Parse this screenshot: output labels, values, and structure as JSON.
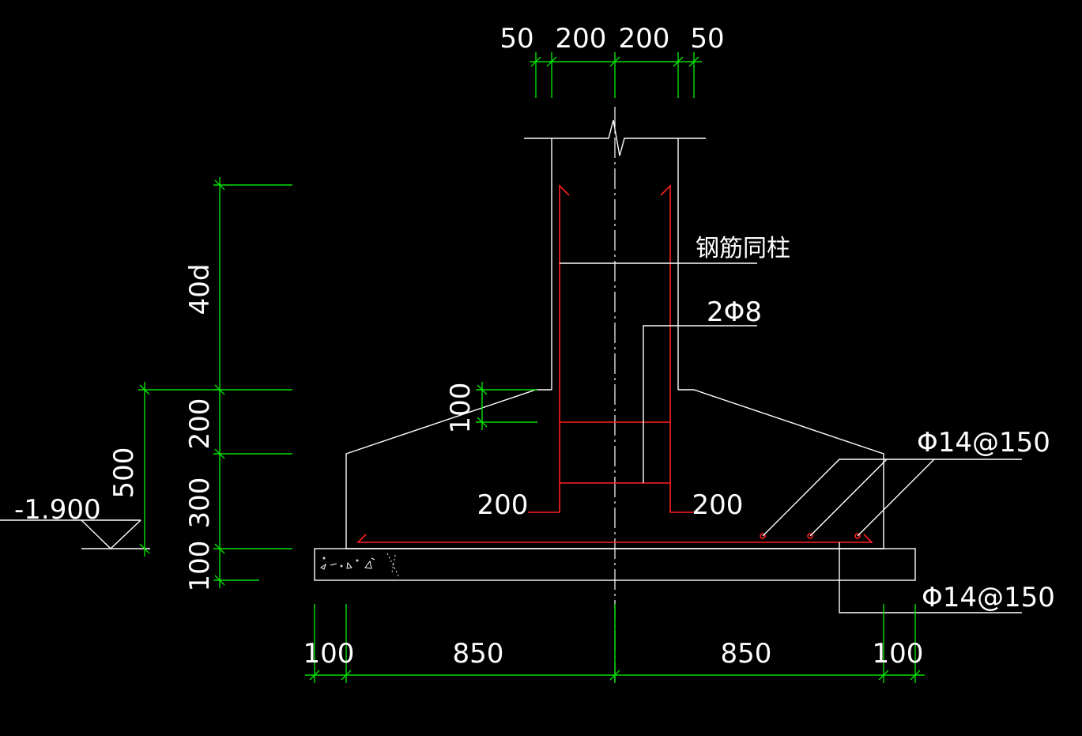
{
  "colors": {
    "background": "#000000",
    "outline": "#ffffff",
    "dimension": "#00e000",
    "rebar": "#ff2020"
  },
  "dims": {
    "top_50_left": "50",
    "top_200_left": "200",
    "top_200_right": "200",
    "top_50_right": "50",
    "v_40d": "40d",
    "v_200": "200",
    "v_300": "300",
    "v_100": "100",
    "v_500": "500",
    "haunch_100": "100",
    "hook_left": "200",
    "hook_right": "200",
    "bottom_100_left": "100",
    "bottom_850_left": "850",
    "bottom_850_right": "850",
    "bottom_100_right": "100"
  },
  "elevation": "-1.900",
  "labels": {
    "rebar_same_as_column": "钢筋同柱",
    "stirrup": "2Φ8",
    "bottom_rebar_1": "Φ14@150",
    "bottom_rebar_2": "Φ14@150"
  }
}
